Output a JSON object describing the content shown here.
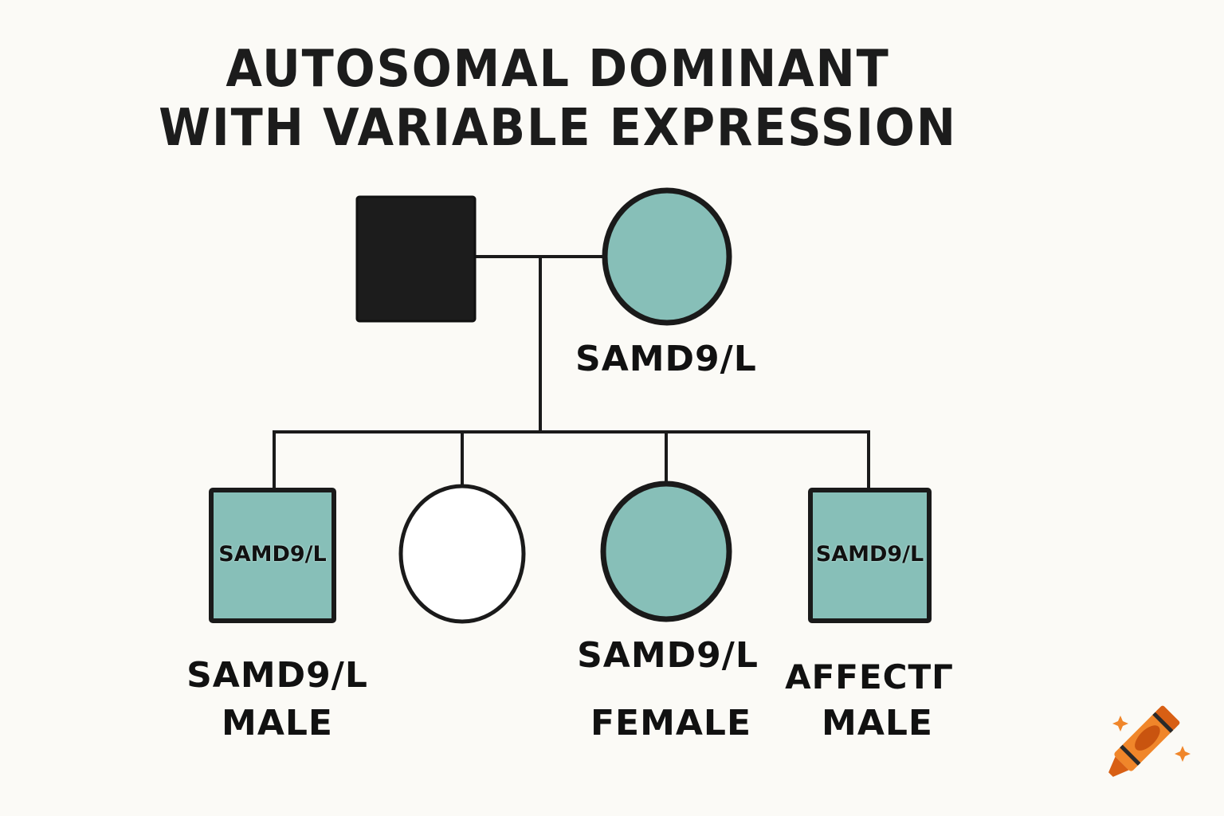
{
  "title": {
    "line1": "AUTOSOMAL DOMINANT",
    "line2": "WITH VARIABLE EXPRESSION"
  },
  "colors": {
    "background": "#fbfaf6",
    "affected_full": "#1c1c1c",
    "carrier_teal": "#87bfb8",
    "unaffected": "#ffffff",
    "line": "#1a1a1a",
    "logo_orange": "#f0862a"
  },
  "pedigree": {
    "generation1": {
      "father": {
        "shape": "square",
        "fill": "black",
        "label": ""
      },
      "mother": {
        "shape": "circle",
        "fill": "teal",
        "label": "SAMD9/L"
      }
    },
    "generation2": [
      {
        "shape": "square",
        "fill": "teal",
        "inner_label": "SAMD9/L",
        "label_line1": "SAMD9/L",
        "label_line2": "MALE"
      },
      {
        "shape": "circle",
        "fill": "white",
        "inner_label": "",
        "label_line1": "",
        "label_line2": ""
      },
      {
        "shape": "circle",
        "fill": "teal",
        "inner_label": "",
        "label_line1": "SAMD9/L",
        "label_line2": "FEMALE"
      },
      {
        "shape": "square",
        "fill": "teal",
        "inner_label": "SAMD9/L",
        "label_line1": "AFFECTΓ",
        "label_line2": "MALE"
      }
    ]
  },
  "logo": {
    "icon": "crayon-icon"
  }
}
